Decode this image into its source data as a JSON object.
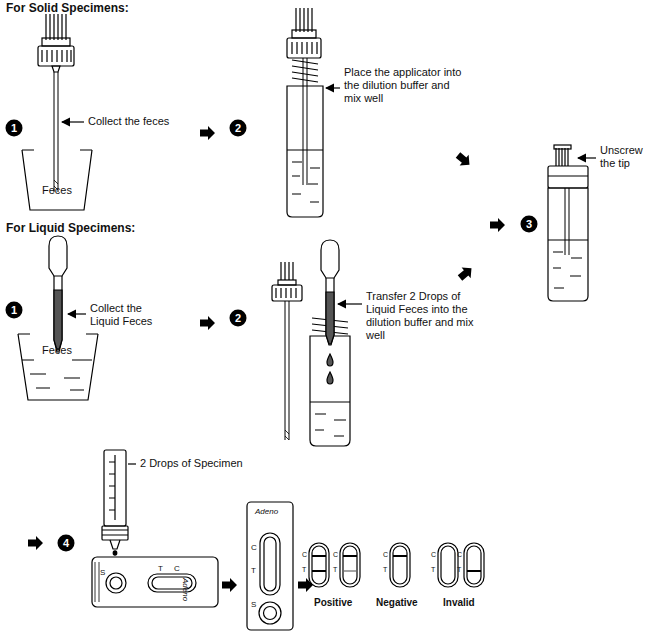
{
  "diagram": {
    "labels": [
      "For Solid Specimens:",
      "1",
      "Collect the feces",
      "Feces",
      "2",
      "Place the applicator into the dilution buffer and mix well",
      "Unscrew the tip",
      "3",
      "For Liquid Specimens:",
      "1",
      "Collect the Liquid Feces",
      "Feces",
      "2",
      "Transfer 2 Drops of Liquid Feces into the dilution buffer and mix well",
      "2 Drops of Specimen",
      "4",
      "S",
      "C",
      "T",
      "Adeno",
      "Adeno",
      "C",
      "T",
      "S",
      "C",
      "T",
      "C",
      "T",
      "C",
      "T",
      "C",
      "T",
      "C",
      "T",
      "Positive",
      "Negative",
      "Invalid"
    ]
  }
}
